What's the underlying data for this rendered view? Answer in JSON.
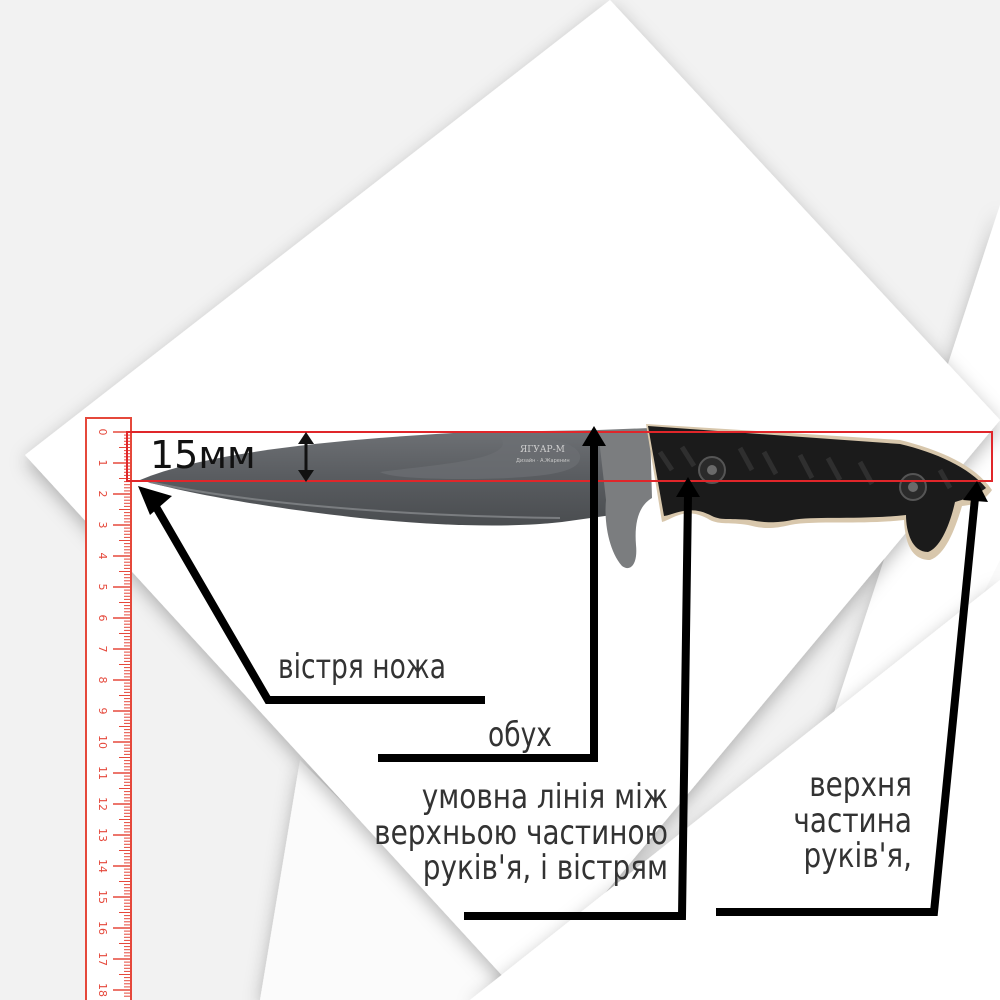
{
  "colors": {
    "background": "#f2f2f2",
    "panel": "#ffffff",
    "ruler": "#e5483b",
    "highlight_box": "#e0262a",
    "pointer": "#000000",
    "blade": "#5d6063",
    "handle": "#1b1b1b",
    "guard": "#7b7d7f",
    "liner": "#d8c7ac",
    "label_text": "#333333"
  },
  "ruler": {
    "ticks": [
      "0",
      "1",
      "2",
      "3",
      "4",
      "5",
      "6",
      "7",
      "8",
      "9",
      "10",
      "11",
      "12",
      "13",
      "14",
      "15",
      "16",
      "17",
      "18"
    ]
  },
  "knife": {
    "blade_marking_title": "ЯГУАР-М",
    "blade_marking_subtitle": "Дизайн · А.Жаренин"
  },
  "annotations": {
    "size": "15мм",
    "tip": "вістря ножа",
    "spine": "обух",
    "center_line": [
      "умовна лінія між",
      "верхньою частиною",
      "руків'я, і вістрям"
    ],
    "handle_top": [
      "верхня",
      "частина",
      "руків'я,"
    ]
  }
}
